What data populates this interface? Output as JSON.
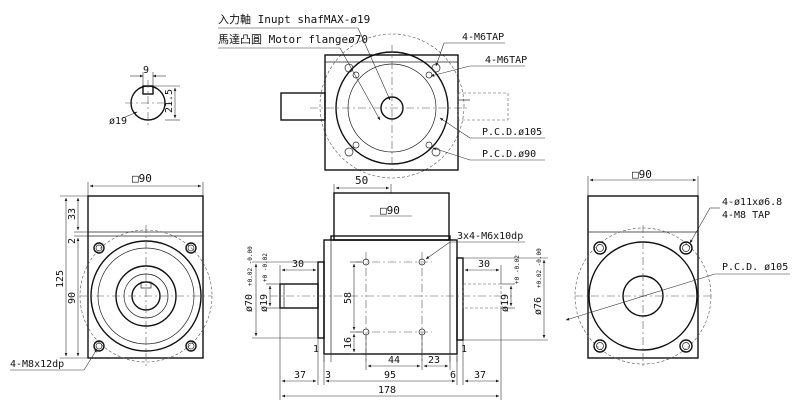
{
  "notes": {
    "input_shaft": "入力軸 Inupt shafMAX-ø19",
    "motor_flange": "馬達凸圓 Motor flangeø70",
    "tap1": "4-M6TAP",
    "tap2": "4-M6TAP",
    "pcd1": "P.C.D.ø105",
    "pcd2": "P.C.D.ø90",
    "side_holes": "3x4-M6x10dp",
    "right_holes": "4-ø11xø6.8",
    "right_tap": "4-M8 TAP",
    "right_pcd": "P.C.D. ø105",
    "left_tap": "4-M8x12dp"
  },
  "keyway": {
    "width": "9",
    "depth": "21.5",
    "dia": "ø19"
  },
  "left_view": {
    "square": "□90",
    "d33": "33",
    "d2": "2",
    "d125": "125",
    "d90": "90"
  },
  "front_view": {
    "top_width": "50",
    "square": "□90",
    "s30_left": "30",
    "s30_right": "30",
    "phi70": "ø70",
    "phi70_tol": "+0.02 -0.00",
    "phi19": "ø19",
    "phi19_tol": "+0 -0.02",
    "h58": "58",
    "h16": "16",
    "d1": "1",
    "d1b": "1",
    "w44": "44",
    "w23": "23",
    "phi19r": "ø19",
    "phi19r_tol": "+0 -0.02",
    "phi76": "ø76",
    "phi76_tol": "+0.02 -0.00",
    "b37_left": "37",
    "b3": "3",
    "b95": "95",
    "b6": "6",
    "b37_right": "37",
    "total": "178"
  },
  "right_view": {
    "square": "□90"
  }
}
